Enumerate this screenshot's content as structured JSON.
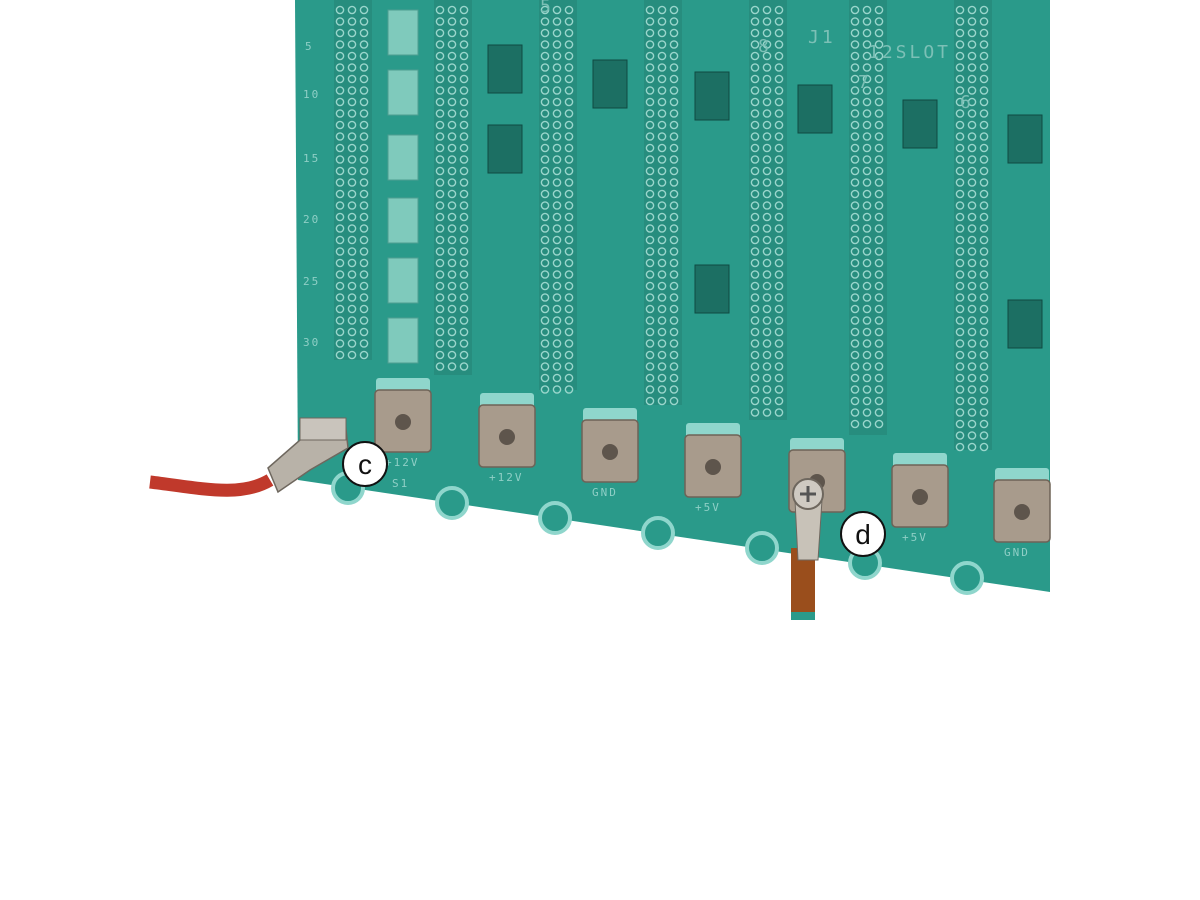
{
  "callouts": {
    "c": "c",
    "d": "d"
  },
  "board": {
    "header_labels": {
      "slot_marker": "12SLOT",
      "connector": "J1",
      "slot8": "8",
      "slot7": "7",
      "slot6": "6",
      "slot5": "5"
    },
    "row_numbers": [
      "5",
      "10",
      "15",
      "20",
      "25",
      "30"
    ],
    "terminal_labels": [
      "+12V",
      "+12V",
      "GND",
      "+5V",
      "+5V",
      "GND"
    ],
    "s1_label": "S1"
  },
  "colors": {
    "pcb": "#2a9a8a",
    "pcb_dark": "#1f8576",
    "terminal": "#a89b8c",
    "red_wire": "#c0392b",
    "brown_wire": "#9a4e1c"
  }
}
